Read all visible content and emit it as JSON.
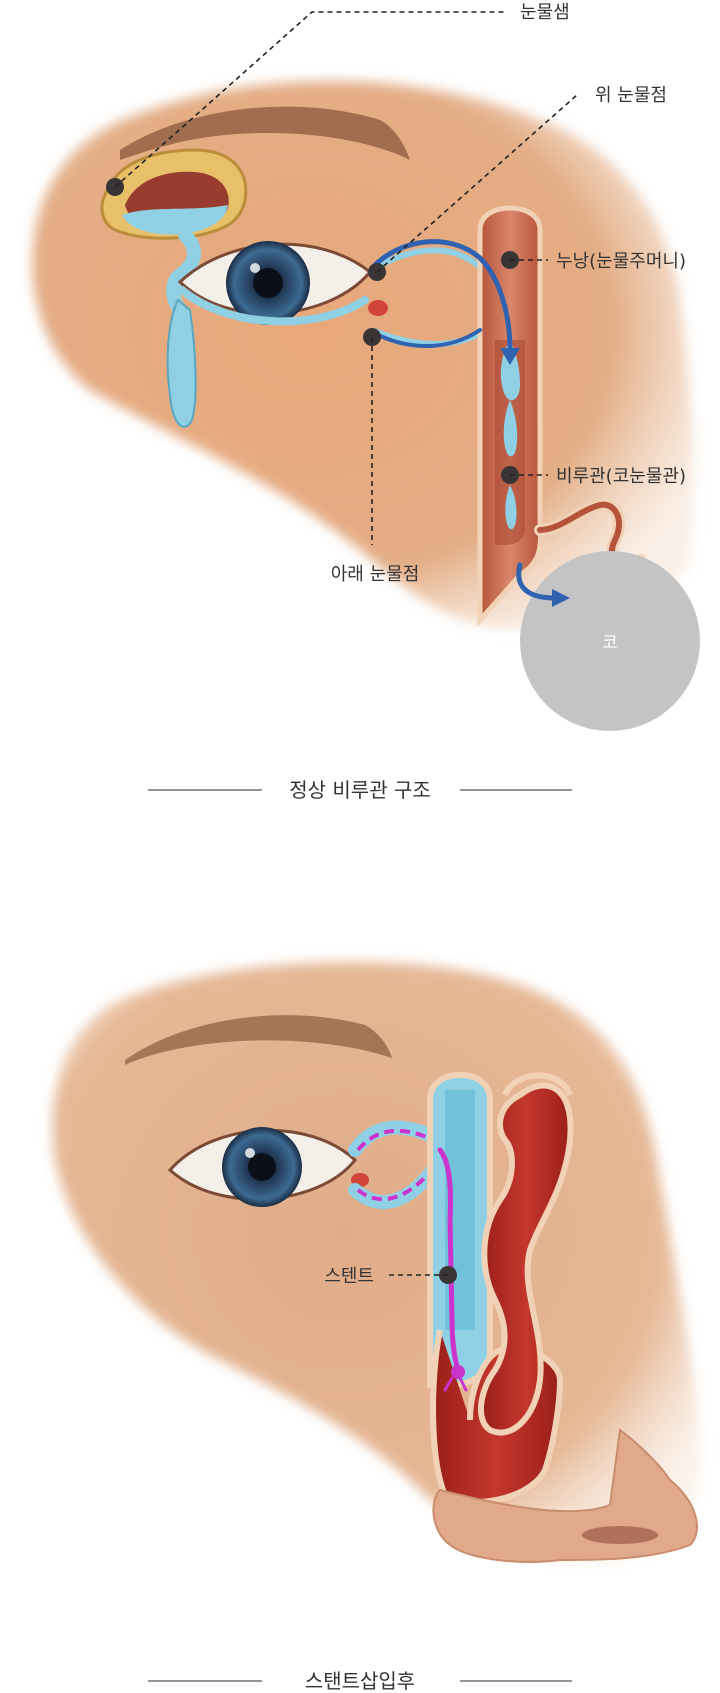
{
  "figure1": {
    "labels": {
      "lacrimal_gland": "눈물샘",
      "upper_punctum": "위 눈물점",
      "lacrimal_sac": "누낭(눈물주머니)",
      "nasolacrimal_duct": "비루관(코눈물관)",
      "lower_punctum": "아래 눈물점",
      "nose": "코"
    },
    "caption": "정상 비루관 구조"
  },
  "figure2": {
    "labels": {
      "stent": "스텐트"
    },
    "caption": "스탠트삽입후"
  },
  "colors": {
    "skin": "#e2a87c",
    "tear": "#8fd0e4",
    "flow_arrow": "#2f62b0",
    "stent": "#cc33cc",
    "nose_circle": "#c4c4c4",
    "label_dot": "#3a3535"
  }
}
